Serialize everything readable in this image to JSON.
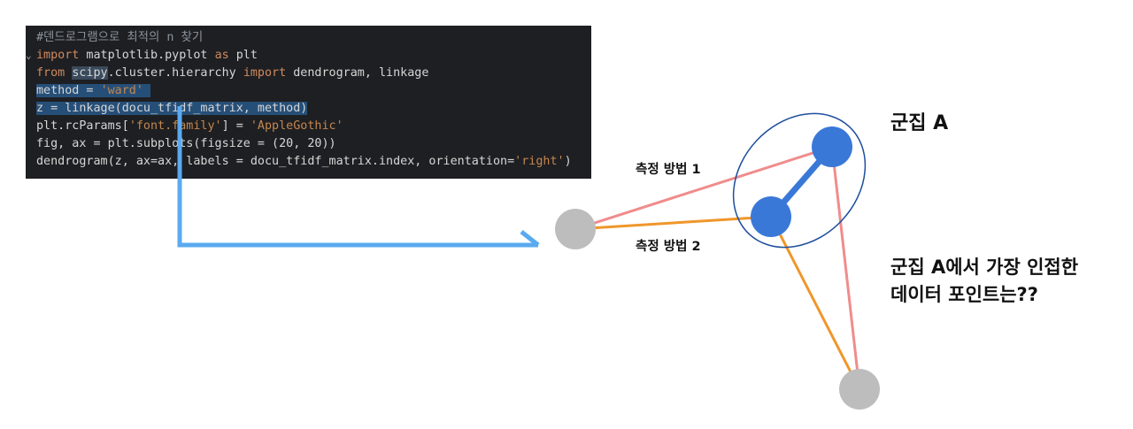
{
  "code": {
    "lines": [
      {
        "text": "#덴드로그램으로 최적의 n 찾기",
        "kind": "comment"
      },
      {
        "prefix": "import",
        "rest": " matplotlib.pyplot ",
        "kw2": "as",
        "tail": " plt",
        "kind": "import"
      },
      {
        "prefix": "from",
        "mod": "scipy",
        "mid": ".cluster.hierarchy ",
        "kw2": "import",
        "tail": " dendrogram, linkage",
        "kind": "from"
      },
      {
        "pre": "method = ",
        "str": "'ward'",
        "kind": "assign"
      },
      {
        "text": "z = linkage(docu_tfidf_matrix, method)",
        "kind": "plain-selected"
      },
      {
        "pre": "plt.rcParams[",
        "str": "'font.family'",
        "mid": "] = ",
        "str2": "'AppleGothic'",
        "kind": "rc"
      },
      {
        "text": "fig, ax = plt.subplots(figsize = (20, 20))",
        "kind": "plain"
      },
      {
        "pre": "dendrogram(z, ax=ax, labels = docu_tfidf_matrix.index, orientation=",
        "str": "'right'",
        "tail": ")",
        "kind": "dendro"
      }
    ]
  },
  "diagram": {
    "labels": {
      "measure1": "측정 방법 1",
      "measure2": "측정 방법 2",
      "cluster_a": "군집 A",
      "question_line1": "군집 A에서 가장 인접한",
      "question_line2": "데이터 포인트는??"
    },
    "colors": {
      "cluster_node": "#3a78d8",
      "gray_node": "#bdbdbd",
      "measure1_line": "#f08c8c",
      "measure2_line": "#f0962a",
      "ellipse": "#1e4e9c",
      "arrow": "#5aaaf0"
    }
  }
}
